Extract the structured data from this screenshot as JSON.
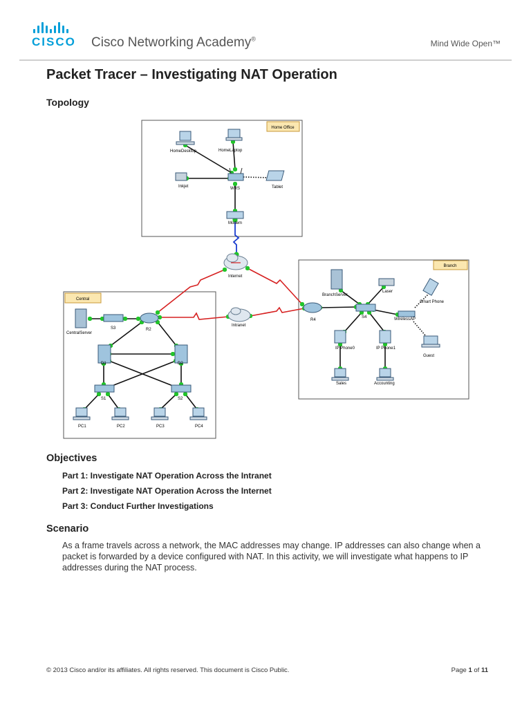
{
  "header": {
    "logo_text": "CISCO",
    "academy": "Cisco Networking Academy",
    "academy_mark": "®",
    "tagline": "Mind Wide Open™"
  },
  "title": "Packet Tracer – Investigating NAT Operation",
  "topology_heading": "Topology",
  "topology": {
    "areas": {
      "home": "Home Office",
      "branch": "Branch",
      "central": "Central"
    },
    "devices": {
      "home_desktop": "HomeDesktop",
      "home_laptop": "HomeLaptop",
      "inkjet": "Inkjet",
      "wrs": "WRS",
      "tablet": "Tablet",
      "modem": "Modem",
      "internet": "Internet",
      "intranet": "Intranet",
      "central_server": "CentralServer",
      "s3": "S3",
      "r2": "R2",
      "d1": "D1",
      "d2": "D2",
      "s1": "S1",
      "s2": "S2",
      "pc1": "PC1",
      "pc2": "PC2",
      "pc3": "PC3",
      "pc4": "PC4",
      "r4": "R4",
      "branch_server": "BranchServer",
      "laser": "Laser",
      "s4": "S4",
      "smart_phone": "Smart Phone",
      "wireless_ap": "WirelessAP",
      "ip_phone0": "IP Phone0",
      "ip_phone1": "IP Phone1",
      "guest": "Guest",
      "sales": "Sales",
      "accounting": "Accounting"
    }
  },
  "objectives_heading": "Objectives",
  "objectives": [
    "Part 1: Investigate NAT Operation Across the Intranet",
    "Part 2: Investigate NAT Operation Across the Internet",
    "Part 3: Conduct Further Investigations"
  ],
  "scenario_heading": "Scenario",
  "scenario_text": "As a frame travels across a network, the MAC addresses may change. IP addresses can also change when a packet is forwarded by a device configured with NAT. In this activity, we will investigate what happens to IP addresses during the NAT process.",
  "footer": {
    "copyright": "© 2013 Cisco and/or its affiliates. All rights reserved. This document is Cisco Public.",
    "page_label": "Page",
    "page_num": "1",
    "page_of": "of",
    "page_total": "11"
  },
  "colors": {
    "cisco_blue": "#049fd9",
    "serial_link": "#d62020",
    "modem_link": "#1a3ccf",
    "link_dot": "#22c52a"
  }
}
